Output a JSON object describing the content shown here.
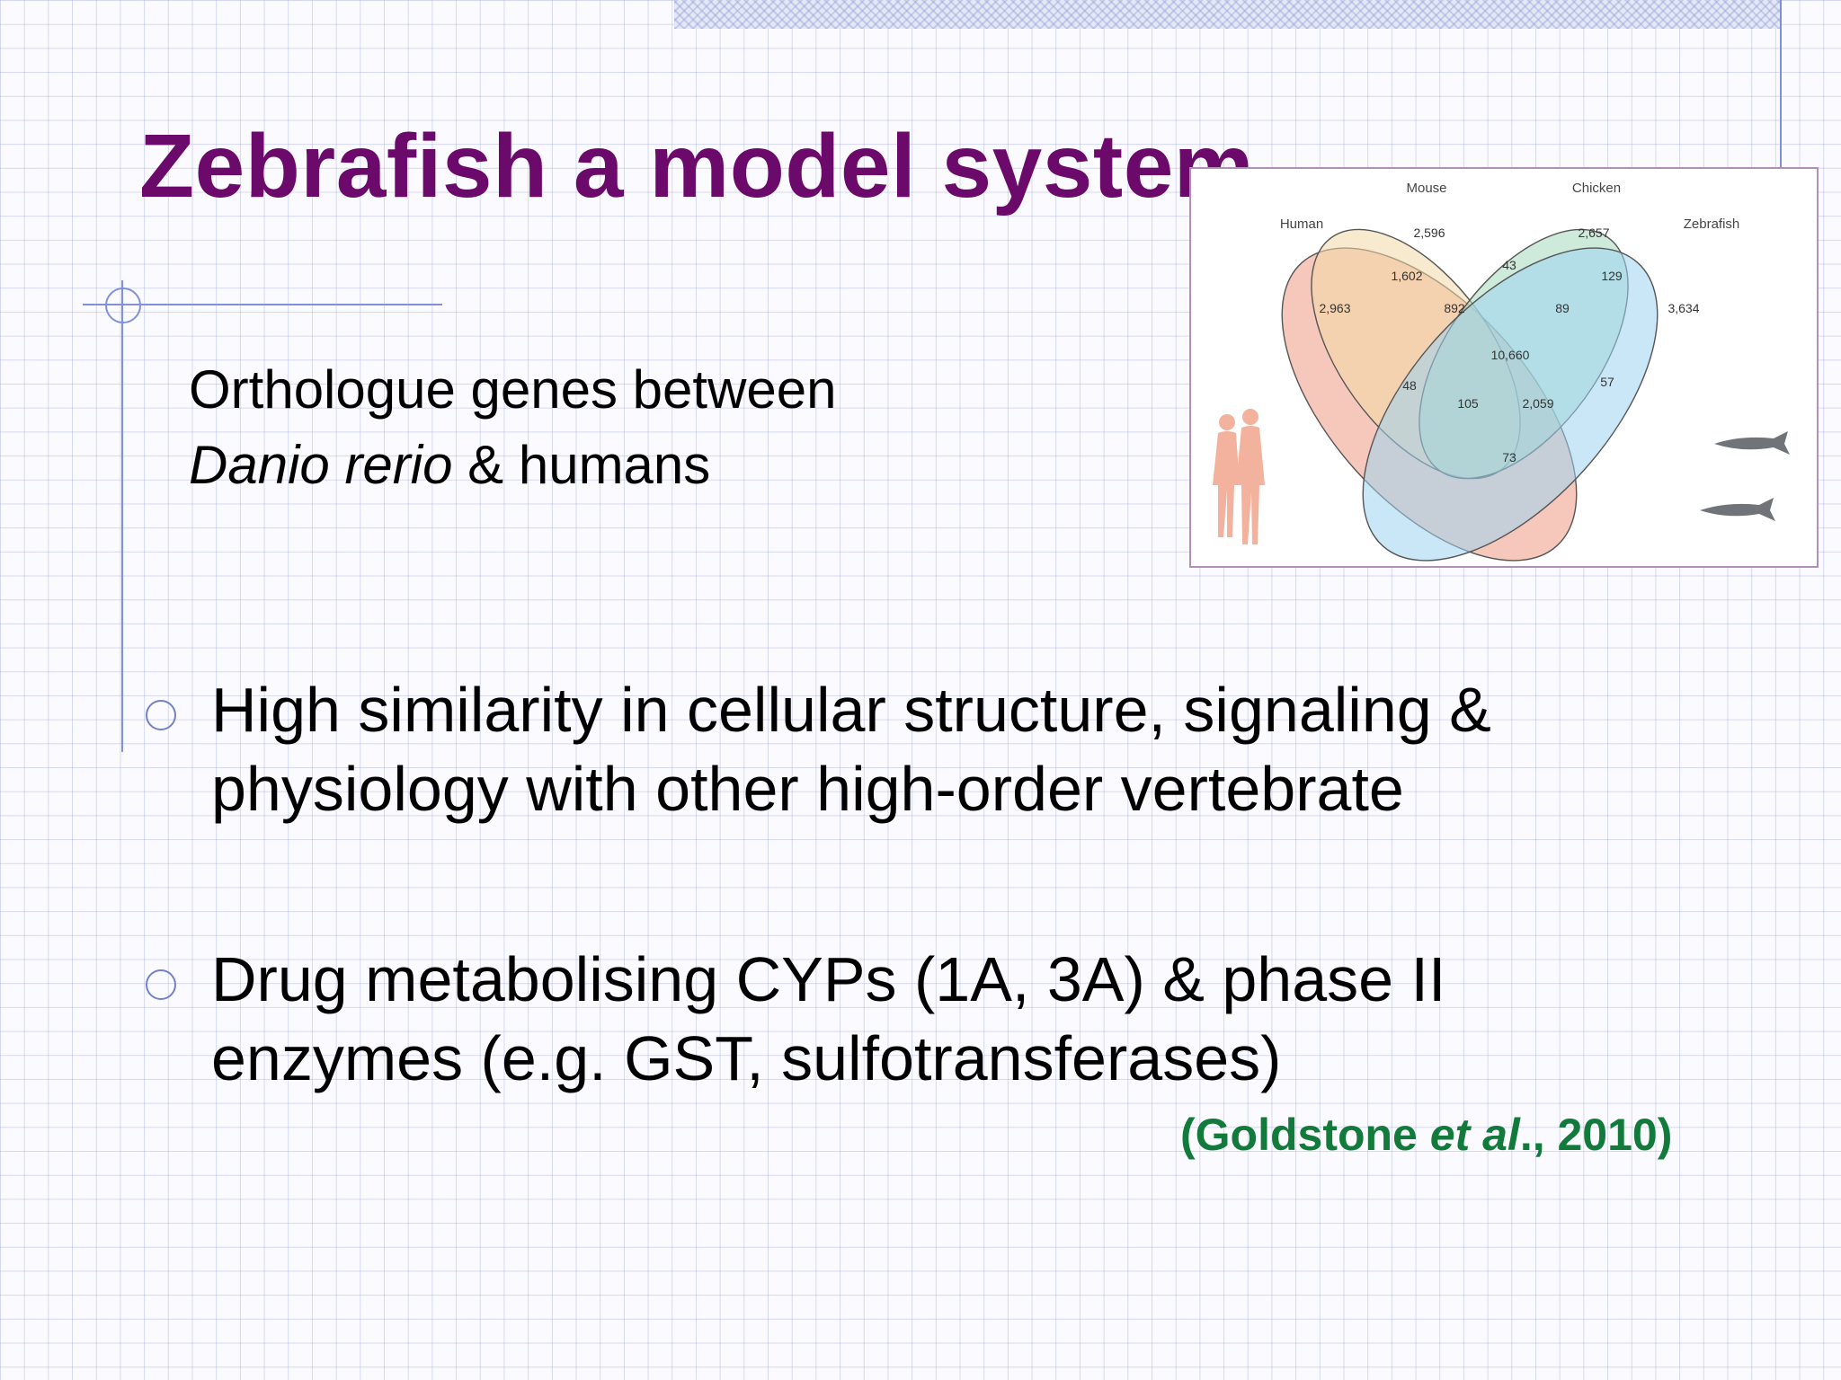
{
  "slide": {
    "title": "Zebrafish a model system",
    "subtitle_line1": "Orthologue genes between",
    "subtitle_species": "Danio rerio",
    "subtitle_rest": " & humans",
    "bullets": [
      {
        "line1": "High similarity in cellular structure, signaling &",
        "line2": "physiology with other high-order vertebrate"
      },
      {
        "line1": "Drug metabolising CYPs (1A, 3A) & phase II",
        "line2": "enzymes (e.g. GST, sulfotransferases)"
      }
    ],
    "citation": {
      "open": "(Goldstone ",
      "etal": "et al",
      "close": "., 2010)"
    }
  },
  "venn": {
    "set_labels": {
      "human": "Human",
      "mouse": "Mouse",
      "chicken": "Chicken",
      "zebrafish": "Zebrafish"
    },
    "counts": {
      "human_only": "2,963",
      "mouse_only": "2,596",
      "chicken_only": "2,657",
      "zebrafish_only": "3,634",
      "human_mouse": "1,602",
      "mouse_chicken": "43",
      "chicken_zebrafish": "129",
      "human_mouse_chicken": "892",
      "mouse_chicken_zebrafish": "89",
      "all_four": "10,660",
      "human_chicken": "48",
      "mouse_zebrafish": "57",
      "human_chicken_zebrafish": "105",
      "human_mouse_zebrafish": "2,059",
      "human_zebrafish": "73"
    },
    "colors": {
      "human": "#ef9a83",
      "mouse": "#f3d9a6",
      "chicken": "#a6d8bd",
      "zebrafish": "#9fd3f0"
    }
  }
}
